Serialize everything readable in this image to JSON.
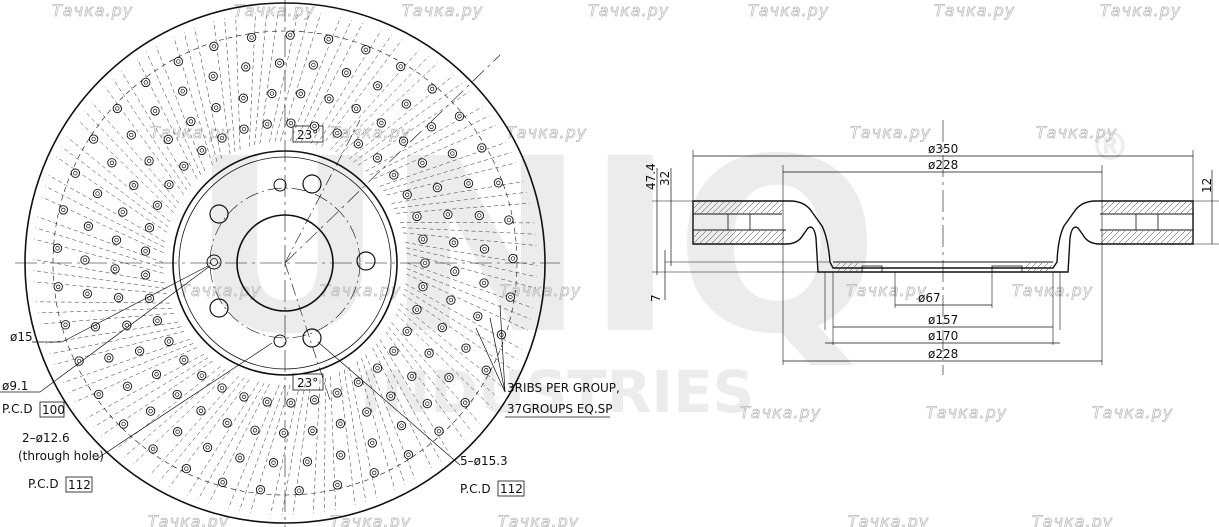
{
  "watermarks": {
    "site": "Тачка.ру",
    "brand": "UNIQ",
    "registered": "®",
    "sub": "INDUSTRIES"
  },
  "front_view": {
    "angle_top": "23°",
    "angle_bottom": "23°",
    "d_center_bore_hole": "ø15",
    "d_small_hole": "ø9.1",
    "pcd_small": {
      "label": "P.C.D",
      "value": "100"
    },
    "through_hole_count": "2–ø12.6",
    "through_hole_note": "(through hole)",
    "pcd_through": {
      "label": "P.C.D",
      "value": "112"
    },
    "ribs_line1": "3RIBS PER GROUP,",
    "ribs_line2": "37GROUPS EQ.SP",
    "bolt_holes": "5–ø15.3",
    "pcd_bolt": {
      "label": "P.C.D",
      "value": "112"
    }
  },
  "section_view": {
    "d_outer": "ø350",
    "d_inner_friction": "ø228",
    "total_height": "47.4",
    "hat_height": "32",
    "thickness": "12",
    "offset": "7",
    "d_bore": "ø67",
    "d_hub1": "ø157",
    "d_hub2": "ø170",
    "d_inner_bottom": "ø228"
  }
}
